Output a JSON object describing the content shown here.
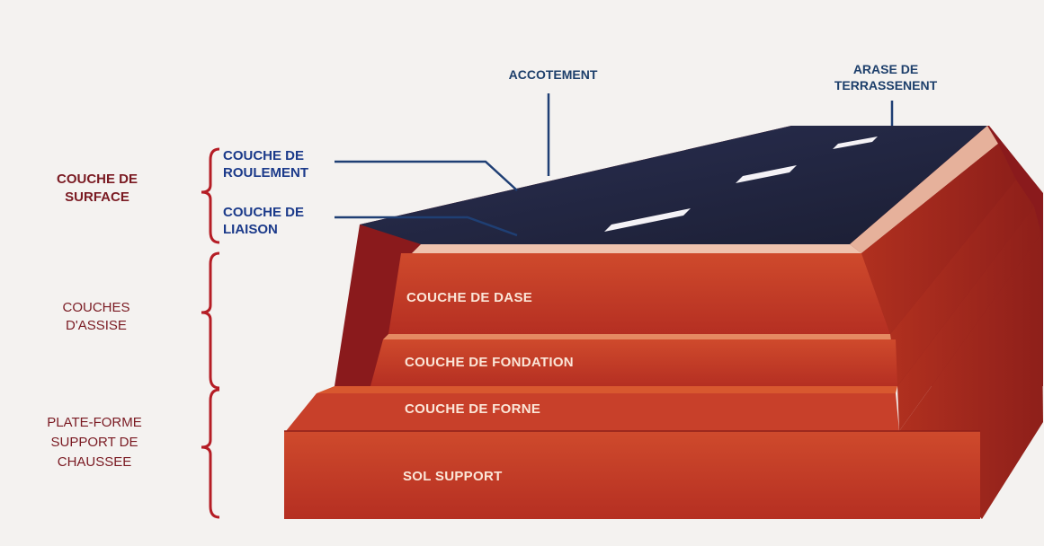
{
  "labels": {
    "accotement": "ACCOTEMENT",
    "arase": "ARASE DE\nTERRASSENENT",
    "couche_surface": "COUCHE DE\nSURFACE",
    "couche_roulement": "COUCHE DE\nROULEMENT",
    "couche_liaison": "COUCHE DE\nLIAISON",
    "couches_assise": "COUCHES\nD'ASSISE",
    "plate_forme": "PLATE-FORME\nSUPPORT DE\nCHAUSSEE"
  },
  "layers": {
    "base": "COUCHE DE DASE",
    "fondation": "COUCHE DE FONDATION",
    "forme": "COUCHE DE FORNE",
    "sol": "SOL SUPPORT"
  },
  "colors": {
    "group_text": "#7a1a22",
    "blue_text": "#1b3a8a",
    "leader_line": "#1f3f74",
    "brace": "#b51d25",
    "layer_front": "#c23a26",
    "layer_top": "#d8582f",
    "layer_side": "#a5261d",
    "asphalt": "#232844"
  }
}
